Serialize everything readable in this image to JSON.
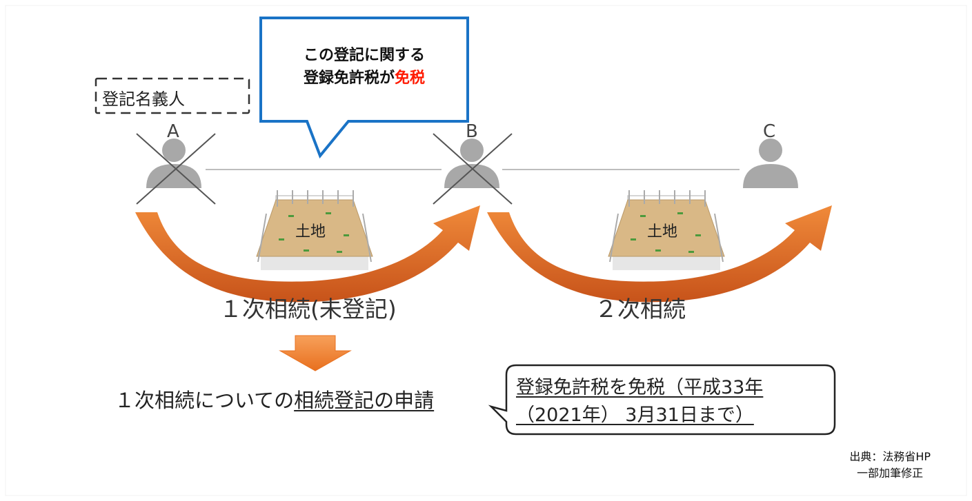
{
  "callout": {
    "line1": "この登記に関する",
    "line2_prefix": "登録免許税が",
    "line2_highlight": "免税"
  },
  "registrant_label": "登記名義人",
  "persons": [
    {
      "letter": "A",
      "crossed": true
    },
    {
      "letter": "B",
      "crossed": true
    },
    {
      "letter": "C",
      "crossed": false
    }
  ],
  "land_label": "土地",
  "inheritances": [
    {
      "label": "１次相続(未登記)"
    },
    {
      "label": "２次相続"
    }
  ],
  "application": {
    "prefix": "１次相続についての",
    "underlined": "相続登記の申請"
  },
  "exemption": {
    "line1": "登録免許税を免税（平成33年",
    "line2": "（2021年） 3月31日まで）"
  },
  "source": {
    "line1": "出典：法務省HP",
    "line2": "一部加筆修正"
  },
  "colors": {
    "callout_border": "#1a73c6",
    "highlight": "#ff1a00",
    "arrow": "#e8701f",
    "person": "#a8a8a8",
    "land": "#d9b886"
  }
}
